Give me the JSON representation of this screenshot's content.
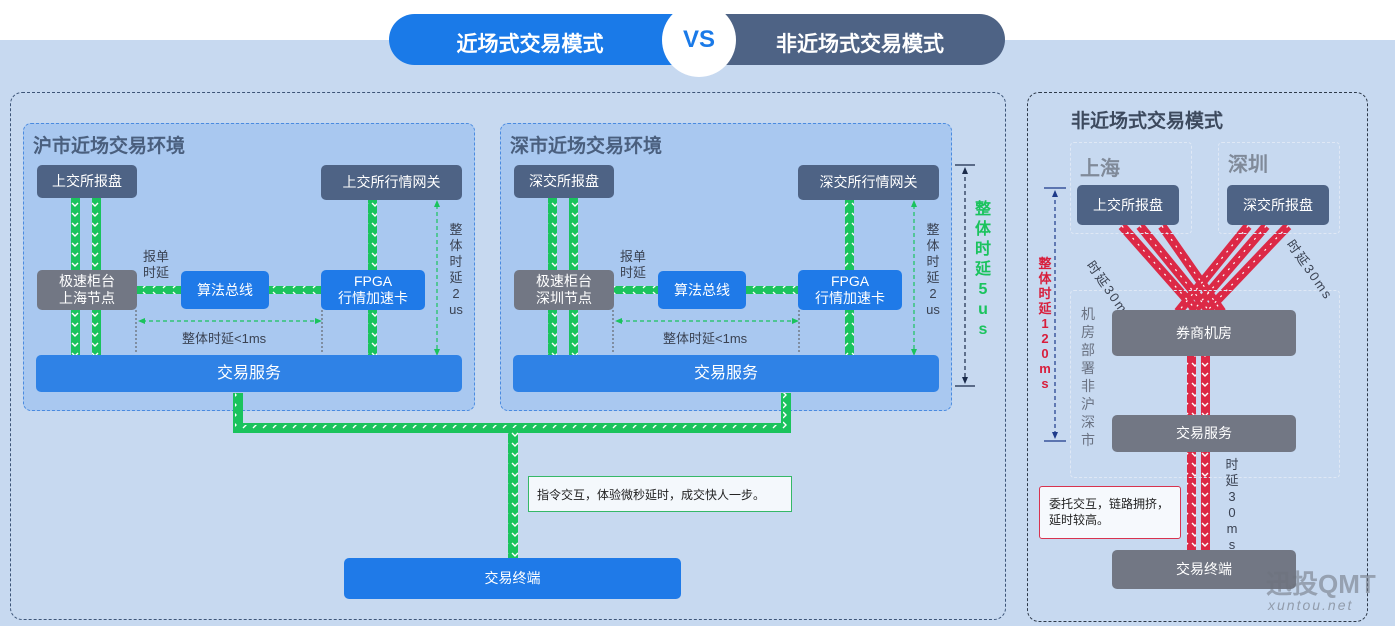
{
  "header": {
    "left_title": "近场式交易模式",
    "vs": "VS",
    "right_title": "非近场式交易模式"
  },
  "sh_env": {
    "title": "沪市近场交易环境",
    "exchange_order": "上交所报盘",
    "market_gateway": "上交所行情网关",
    "cabinet_line1": "极速柜台",
    "cabinet_line2": "上海节点",
    "algo_bus": "算法总线",
    "fpga_line1": "FPGA",
    "fpga_line2": "行情加速卡",
    "report_delay_line1": "报单",
    "report_delay_line2": "时延",
    "overall_delay": "整体时延<1ms",
    "delay_2us": [
      "整",
      "体",
      "时",
      "延",
      "2",
      "us"
    ],
    "trade_service": "交易服务"
  },
  "sz_env": {
    "title": "深市近场交易环境",
    "exchange_order": "深交所报盘",
    "market_gateway": "深交所行情网关",
    "cabinet_line1": "极速柜台",
    "cabinet_line2": "深圳节点",
    "algo_bus": "算法总线",
    "fpga_line1": "FPGA",
    "fpga_line2": "行情加速卡",
    "report_delay_line1": "报单",
    "report_delay_line2": "时延",
    "overall_delay": "整体时延<1ms",
    "delay_2us": [
      "整",
      "体",
      "时",
      "延",
      "2",
      "us"
    ],
    "trade_service": "交易服务"
  },
  "overall_5us": [
    "整",
    "体",
    "时",
    "延",
    "5",
    "u",
    "s"
  ],
  "instruction_note": "指令交互，体验微秒延时，成交快人一步。",
  "terminal_left": "交易终端",
  "remote": {
    "title": "非近场式交易模式",
    "shanghai": "上海",
    "shenzhen": "深圳",
    "sh_order": "上交所报盘",
    "sz_order": "深交所报盘",
    "delay_30ms_left": "时延30ms",
    "delay_30ms_right": "时延30ms",
    "overall_120ms": [
      "整",
      "体",
      "时",
      "延",
      "1",
      "2",
      "0",
      "m",
      "s"
    ],
    "room_note": [
      "机",
      "房",
      "部",
      "署",
      "非",
      "沪",
      "深",
      "市"
    ],
    "broker_room": "券商机房",
    "trade_service": "交易服务",
    "delay_30ms_bottom": [
      "时",
      "延",
      "3",
      "0",
      "m",
      "s"
    ],
    "warning_note_line1": "委托交互，链路拥挤，",
    "warning_note_line2": "延时较高。",
    "terminal": "交易终端"
  },
  "watermark": {
    "brand": "迅投QMT",
    "url": "xuntou.net"
  },
  "colors": {
    "green_link": "#1ac35d",
    "red_link": "#dc2946",
    "header_blue": "#1a7ae8",
    "header_dark": "#4e6385"
  }
}
